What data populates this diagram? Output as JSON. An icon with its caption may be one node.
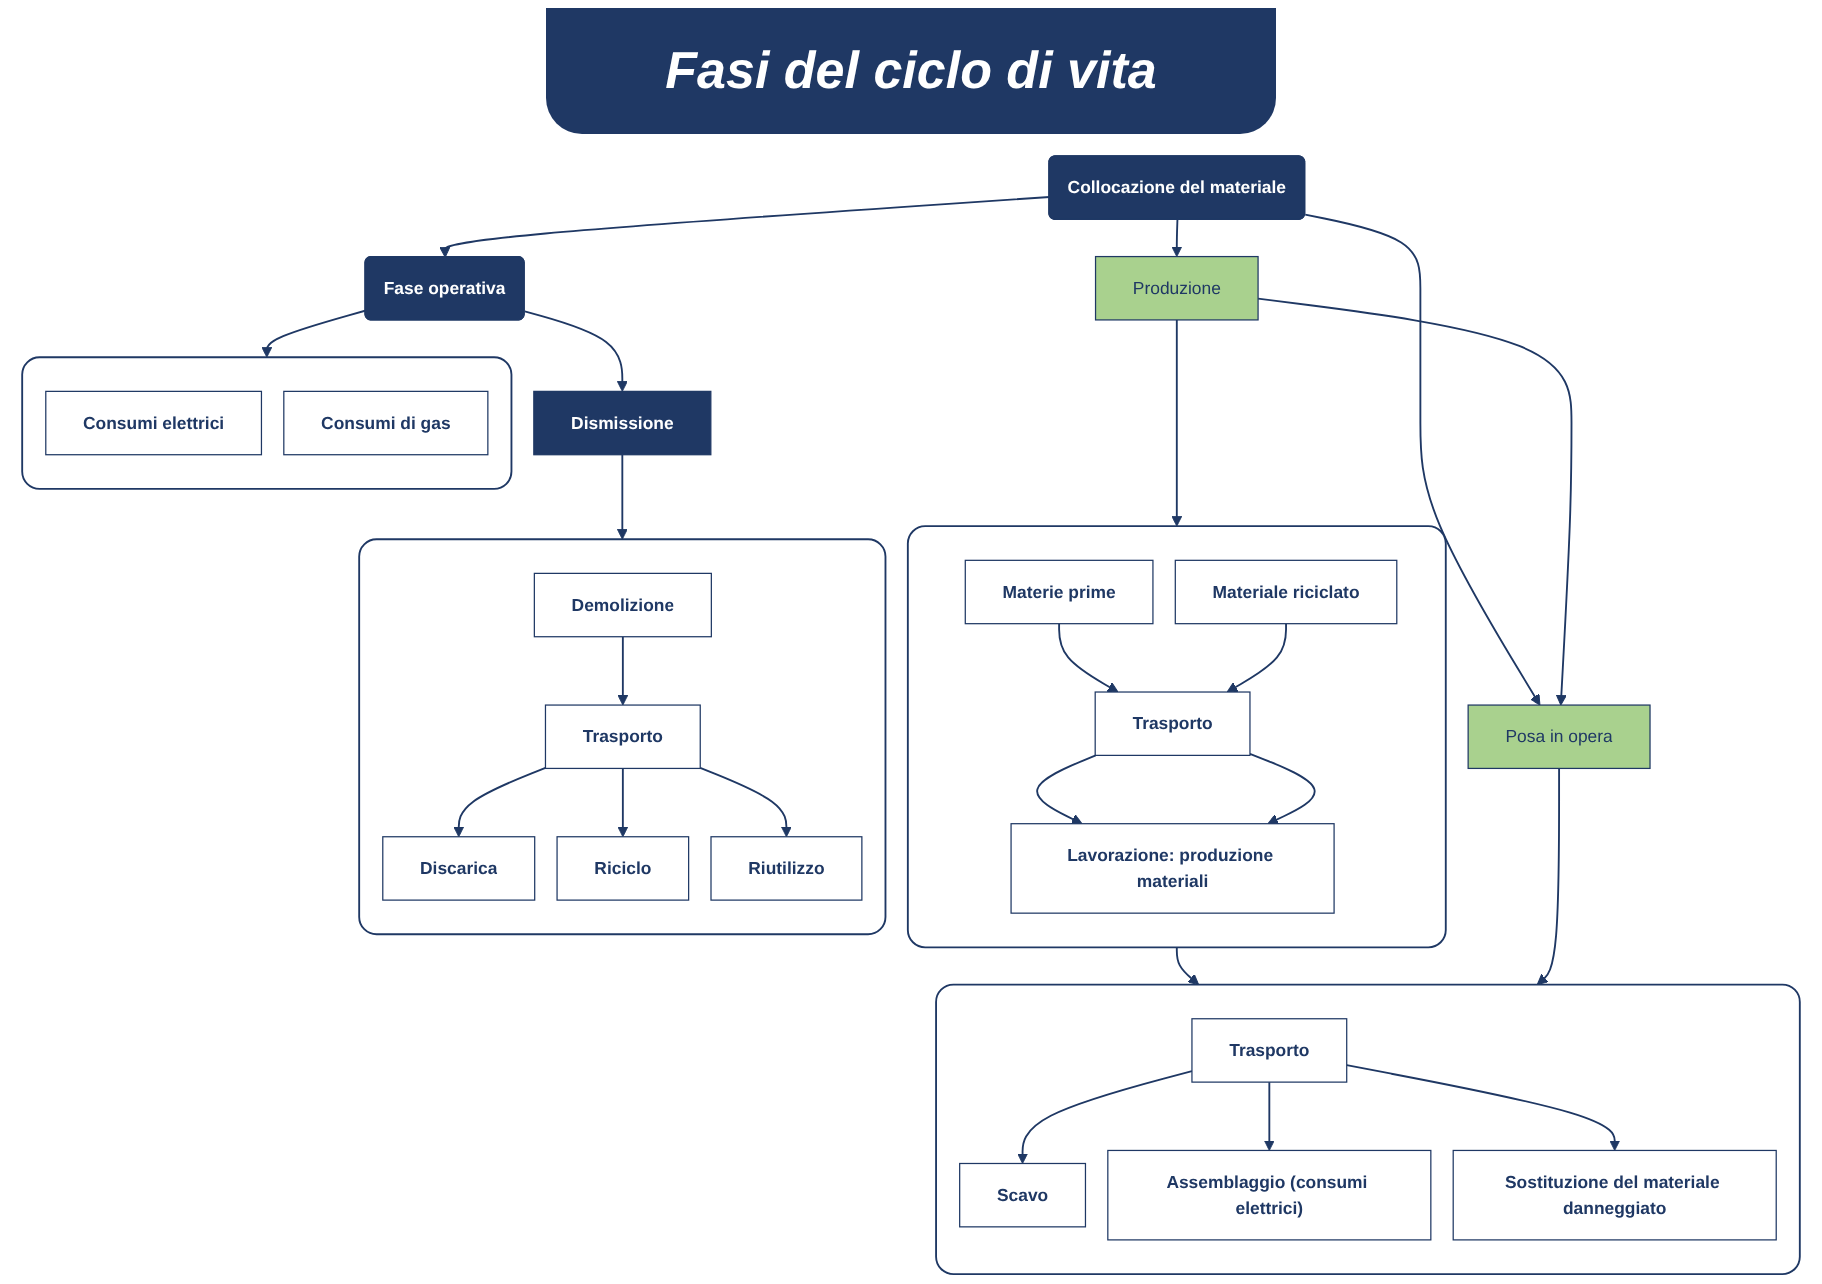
{
  "diagram": {
    "title": "Fasi del ciclo di vita",
    "nodes": [
      {
        "text": [
          "Collocazione del materiale"
        ]
      },
      {
        "text": [
          "Produzione"
        ]
      },
      {
        "text": [
          "Posa in opera"
        ]
      },
      {
        "text": [],
        "shape": "box"
      },
      {
        "text": [
          "Materie prime"
        ],
        "in": 3
      },
      {
        "text": [
          "Materiale riciclato"
        ],
        "in": 3
      },
      {
        "text": [
          "Trasporto"
        ],
        "in": 3
      },
      {
        "text": [
          "Lavorazione: produzione materiali"
        ],
        "in": 3
      },
      {
        "text": [],
        "shape": "box"
      },
      {
        "text": [
          "Trasporto"
        ],
        "in": 8
      },
      {
        "text": [
          "Scavo"
        ],
        "in": 8
      },
      {
        "text": [
          "Assemblaggio (consumi elettrici)"
        ],
        "in": 8
      },
      {
        "text": [
          "Sostituzione del materiale danneggiato"
        ],
        "in": 8
      },
      {
        "text": [
          "Fase operativa"
        ]
      },
      {
        "text": [],
        "shape": "box"
      },
      {
        "text": [
          "Consumi elettrici"
        ],
        "in": 14
      },
      {
        "text": [
          "Consumi di gas"
        ],
        "in": 14
      },
      {
        "text": [
          "Dismissione"
        ]
      },
      {
        "text": [],
        "shape": "box"
      },
      {
        "text": [
          "Demolizione"
        ],
        "in": 18
      },
      {
        "text": [
          "Trasporto"
        ],
        "in": 18
      },
      {
        "text": [
          "Discarica"
        ],
        "in": 18
      },
      {
        "text": [
          "Riciclo"
        ],
        "in": 18
      },
      {
        "text": [
          "Riutilizzo"
        ],
        "in": 18
      }
    ],
    "edges": [
      {
        "from": 0,
        "to": 1,
        "arrow": "to"
      },
      {
        "from": 0,
        "to": 2,
        "arrow": "to"
      },
      {
        "from": 1,
        "to": 2,
        "arrow": "to"
      },
      {
        "from": 1,
        "to": 3,
        "arrow": "to"
      },
      {
        "from": 4,
        "to": 6,
        "arrow": "to"
      },
      {
        "from": 5,
        "to": 6,
        "arrow": "to"
      },
      {
        "from": 6,
        "to": 7,
        "arrow": "to"
      },
      {
        "from": 6,
        "to": 7,
        "arrow": "to"
      },
      {
        "from": 3,
        "to": 8,
        "arrow": "to"
      },
      {
        "from": 2,
        "to": 8,
        "arrow": "to"
      },
      {
        "from": 9,
        "to": 10,
        "arrow": "to"
      },
      {
        "from": 9,
        "to": 11,
        "arrow": "to"
      },
      {
        "from": 9,
        "to": 12,
        "arrow": "to"
      },
      {
        "from": 0,
        "to": 13,
        "arrow": "to"
      },
      {
        "from": 13,
        "to": 14,
        "arrow": "to"
      },
      {
        "from": 13,
        "to": 17,
        "arrow": "to"
      },
      {
        "from": 17,
        "to": 18,
        "arrow": "to"
      },
      {
        "from": 19,
        "to": 20,
        "arrow": "to"
      },
      {
        "from": 20,
        "to": 21,
        "arrow": "to"
      },
      {
        "from": 20,
        "to": 22,
        "arrow": "to"
      },
      {
        "from": 20,
        "to": 23,
        "arrow": "to"
      }
    ]
  }
}
